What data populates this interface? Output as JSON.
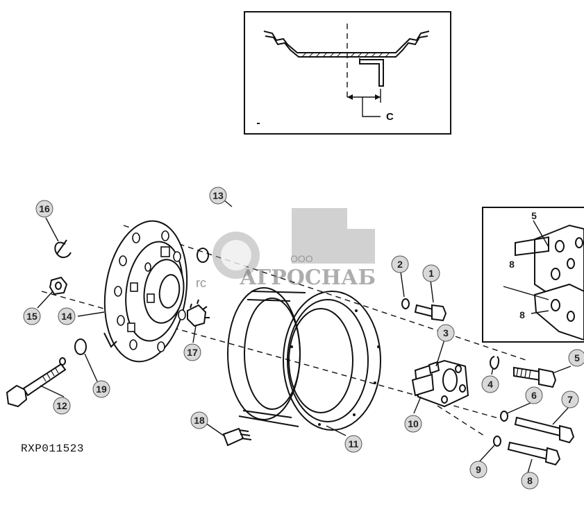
{
  "figure": {
    "code": "RXP011523",
    "dimension_label": "C"
  },
  "watermark": {
    "company_prefix": "ООО",
    "company_name": "АГРОСНАБ",
    "fragment": "rc"
  },
  "callouts": [
    {
      "id": "1",
      "label": "1"
    },
    {
      "id": "2",
      "label": "2"
    },
    {
      "id": "3",
      "label": "3"
    },
    {
      "id": "4",
      "label": "4"
    },
    {
      "id": "5",
      "label": "5"
    },
    {
      "id": "5b",
      "label": "5"
    },
    {
      "id": "6",
      "label": "6"
    },
    {
      "id": "7",
      "label": "7"
    },
    {
      "id": "8",
      "label": "8"
    },
    {
      "id": "8b",
      "label": "8"
    },
    {
      "id": "8c",
      "label": "8"
    },
    {
      "id": "9",
      "label": "9"
    },
    {
      "id": "10",
      "label": "10"
    },
    {
      "id": "11",
      "label": "11"
    },
    {
      "id": "12",
      "label": "12"
    },
    {
      "id": "13",
      "label": "13"
    },
    {
      "id": "14",
      "label": "14"
    },
    {
      "id": "15",
      "label": "15"
    },
    {
      "id": "16",
      "label": "16"
    },
    {
      "id": "17",
      "label": "17"
    },
    {
      "id": "18",
      "label": "18"
    },
    {
      "id": "19",
      "label": "19"
    }
  ]
}
